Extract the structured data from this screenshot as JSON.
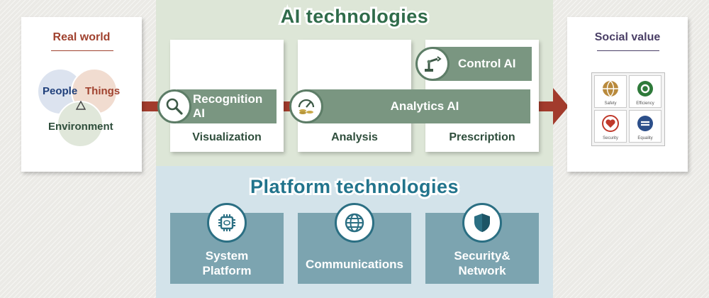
{
  "ai_section": {
    "title": "AI technologies",
    "columns": [
      "Visualization",
      "Analysis",
      "Prescription"
    ],
    "recognition_ai": "Recognition AI",
    "analytics_ai": "Analytics AI",
    "control_ai": "Control AI"
  },
  "real_world": {
    "title": "Real world",
    "circles": [
      "People",
      "Things",
      "Environment"
    ]
  },
  "social_value": {
    "title": "Social value",
    "tiles": [
      "Safety",
      "Efficiency",
      "Security",
      "Equality"
    ]
  },
  "platform_section": {
    "title": "Platform technologies",
    "items": [
      {
        "line1": "System",
        "line2": "Platform"
      },
      {
        "line1": "Communications",
        "line2": ""
      },
      {
        "line1": "Security&",
        "line2": "Network"
      }
    ]
  },
  "colors": {
    "ai_band": "#dde6d7",
    "platform_band": "#d3e3ea",
    "green_bar": "#7a9681",
    "platform_box": "#7ca4b0",
    "arrow": "#a23b2c",
    "real_world_title": "#a0422f",
    "social_value_title": "#4a3f66"
  },
  "icons": [
    "magnifier-icon",
    "gauge-coins-icon",
    "robot-arm-icon",
    "chip-icon",
    "globe-icon",
    "shield-icon"
  ]
}
